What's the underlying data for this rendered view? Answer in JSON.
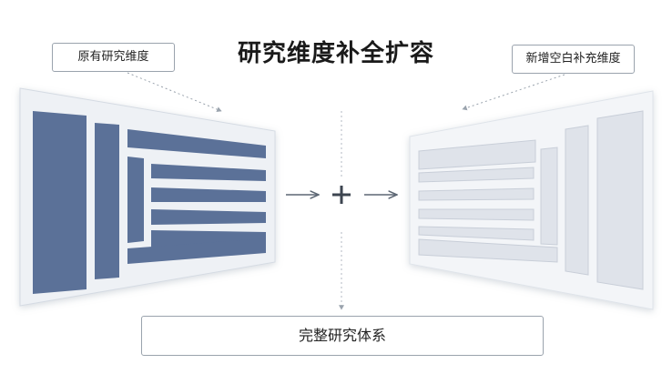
{
  "title": "研究维度补全扩容",
  "labels": {
    "original": "原有研究维度",
    "new_blank": "新增空白补充维度",
    "result": "完整研究体系"
  },
  "colors": {
    "original_block": "#5b7198",
    "new_block": "#dfe3ea",
    "panel": "#eef1f5",
    "arrow": "#5d6774"
  }
}
